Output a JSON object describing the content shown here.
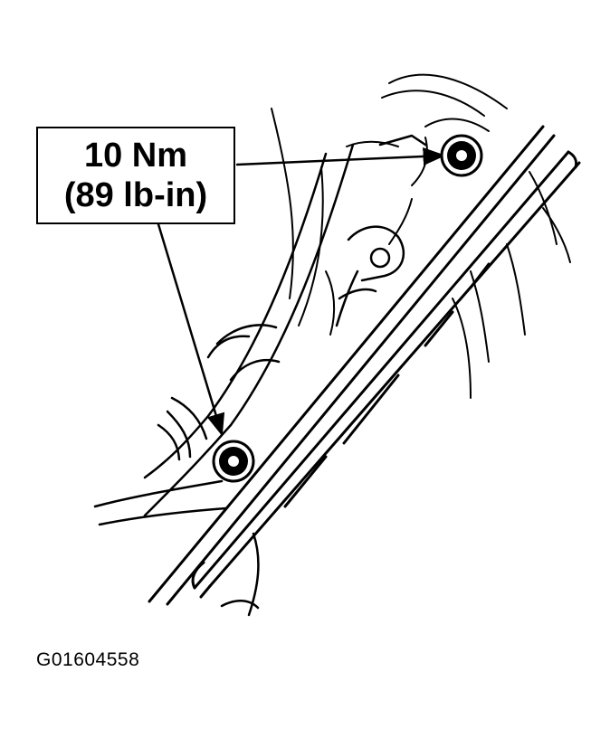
{
  "callout": {
    "line1": "10 Nm",
    "line2": "(89 lb-in)"
  },
  "figure_id": "G01604558",
  "components": {
    "upper_bolt_icon": "bolt-icon",
    "lower_bolt_icon": "bolt-icon"
  }
}
